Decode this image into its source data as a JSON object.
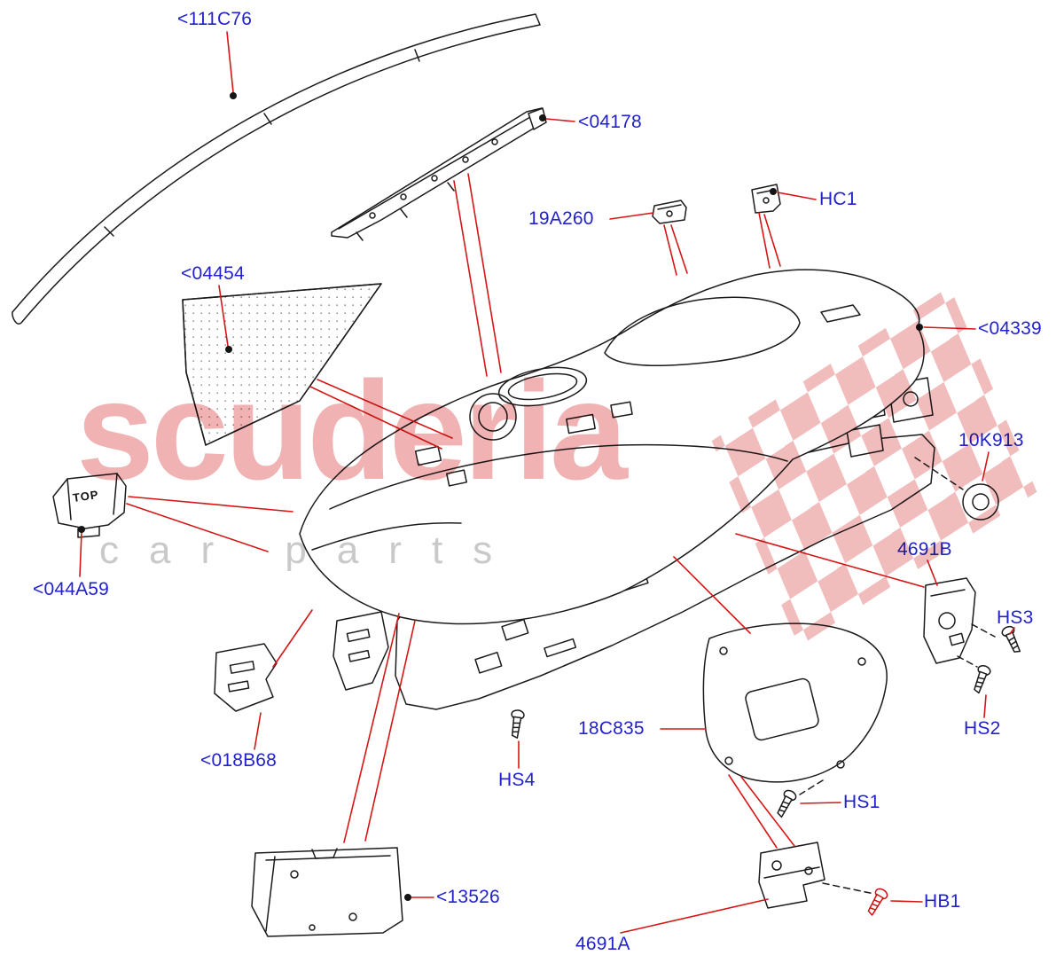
{
  "watermark": {
    "line1": "scuderia",
    "line2": "car parts"
  },
  "colors": {
    "label_blue": "#2222cc",
    "leader_red": "#d61616",
    "line_black": "#1b1b1b",
    "watermark_pink": "#f0b2b2",
    "watermark_gray": "#c9c9c9"
  },
  "part_marking": {
    "top": "TOP"
  },
  "labels": {
    "l111C76": {
      "text": "<111C76"
    },
    "l04178": {
      "text": "<04178"
    },
    "l19A260": {
      "text": "19A260"
    },
    "lHC1": {
      "text": "HC1"
    },
    "l04454": {
      "text": "<04454"
    },
    "l04339": {
      "text": "<04339"
    },
    "l10K913": {
      "text": "10K913"
    },
    "l4691B": {
      "text": "4691B"
    },
    "lHS3": {
      "text": "HS3"
    },
    "l044A59": {
      "text": "<044A59"
    },
    "lHS2": {
      "text": "HS2"
    },
    "l18C835": {
      "text": "18C835"
    },
    "l018B68": {
      "text": "<018B68"
    },
    "lHS4": {
      "text": "HS4"
    },
    "lHS1": {
      "text": "HS1"
    },
    "l13526": {
      "text": "<13526"
    },
    "lHB1": {
      "text": "HB1"
    },
    "l4691A": {
      "text": "4691A"
    }
  }
}
